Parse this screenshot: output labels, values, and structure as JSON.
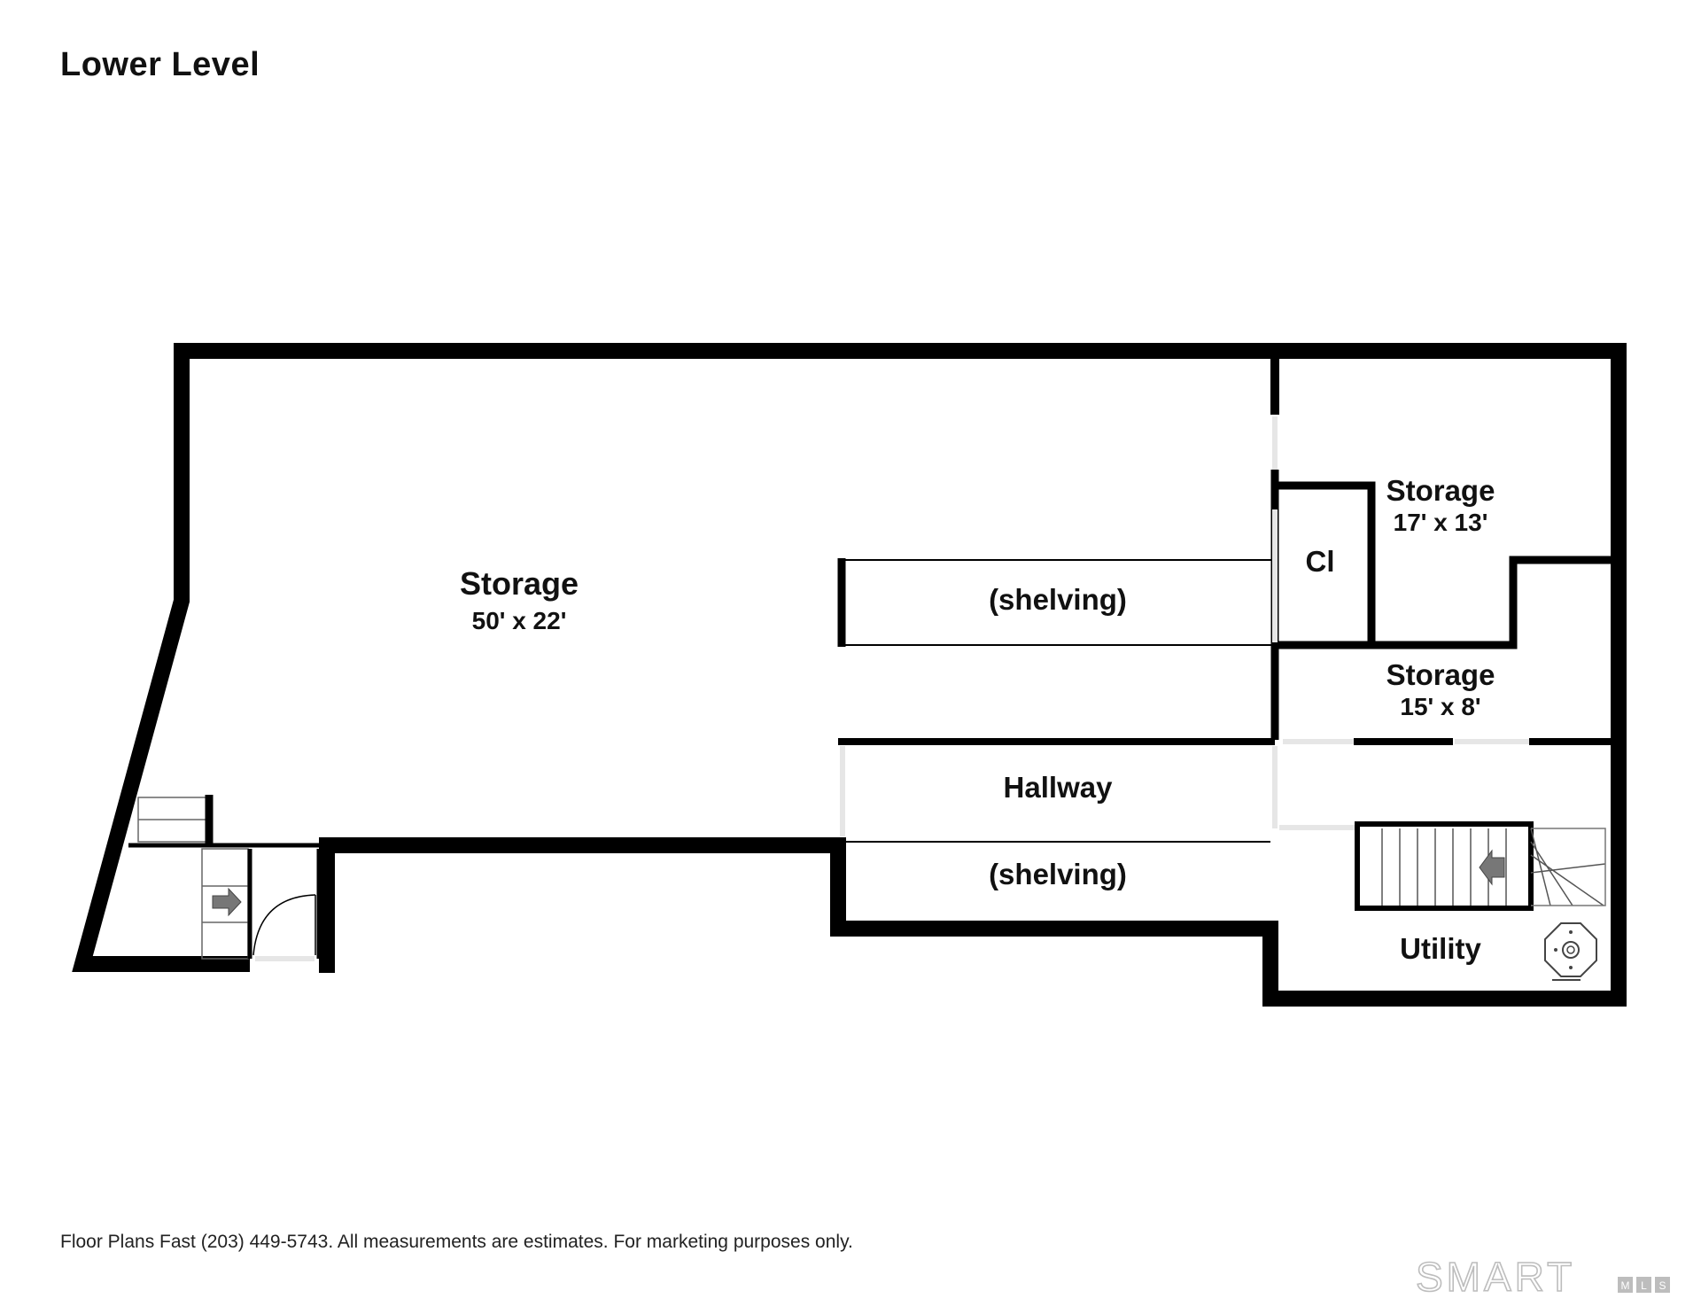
{
  "title": "Lower Level",
  "footer": "Floor Plans Fast (203) 449-5743.  All measurements are estimates.  For marketing purposes only.",
  "rooms": {
    "main_storage": {
      "name": "Storage",
      "dims": "50' x 22'"
    },
    "shelving_upper": {
      "name": "(shelving)"
    },
    "shelving_lower": {
      "name": "(shelving)"
    },
    "hallway": {
      "name": "Hallway"
    },
    "closet": {
      "name": "Cl"
    },
    "storage_ne": {
      "name": "Storage",
      "dims": "17' x 13'"
    },
    "storage_mid": {
      "name": "Storage",
      "dims": "15' x 8'"
    },
    "utility": {
      "name": "Utility"
    }
  },
  "logo": {
    "main": "SMART",
    "sub": [
      "M",
      "L",
      "S"
    ]
  }
}
